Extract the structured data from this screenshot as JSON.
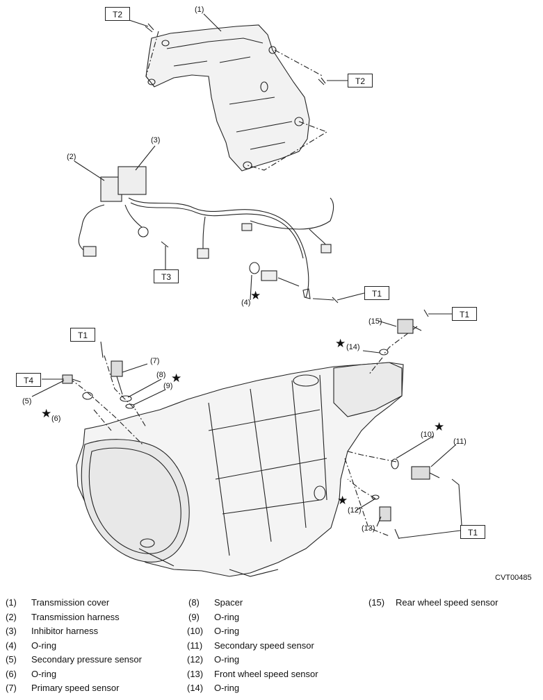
{
  "torque_labels": {
    "t1": "T1",
    "t2": "T2",
    "t3": "T3",
    "t4": "T4"
  },
  "callouts": {
    "c1": "(1)",
    "c2": "(2)",
    "c3": "(3)",
    "c4": "(4)",
    "c5": "(5)",
    "c6": "(6)",
    "c7": "(7)",
    "c8": "(8)",
    "c9": "(9)",
    "c10": "(10)",
    "c11": "(11)",
    "c12": "(12)",
    "c13": "(13)",
    "c14": "(14)",
    "c15": "(15)"
  },
  "star_symbol": "★",
  "figure_code": "CVT00485",
  "legend": [
    {
      "num": "(1)",
      "name": "Transmission cover"
    },
    {
      "num": "(2)",
      "name": "Transmission harness"
    },
    {
      "num": "(3)",
      "name": "Inhibitor harness"
    },
    {
      "num": "(4)",
      "name": "O-ring"
    },
    {
      "num": "(5)",
      "name": "Secondary pressure sensor"
    },
    {
      "num": "(6)",
      "name": "O-ring"
    },
    {
      "num": "(7)",
      "name": "Primary speed sensor"
    },
    {
      "num": "(8)",
      "name": "Spacer"
    },
    {
      "num": "(9)",
      "name": "O-ring"
    },
    {
      "num": "(10)",
      "name": "O-ring"
    },
    {
      "num": "(11)",
      "name": "Secondary speed sensor"
    },
    {
      "num": "(12)",
      "name": "O-ring"
    },
    {
      "num": "(13)",
      "name": "Front wheel speed sensor"
    },
    {
      "num": "(14)",
      "name": "O-ring"
    },
    {
      "num": "(15)",
      "name": "Rear wheel speed sensor"
    }
  ]
}
